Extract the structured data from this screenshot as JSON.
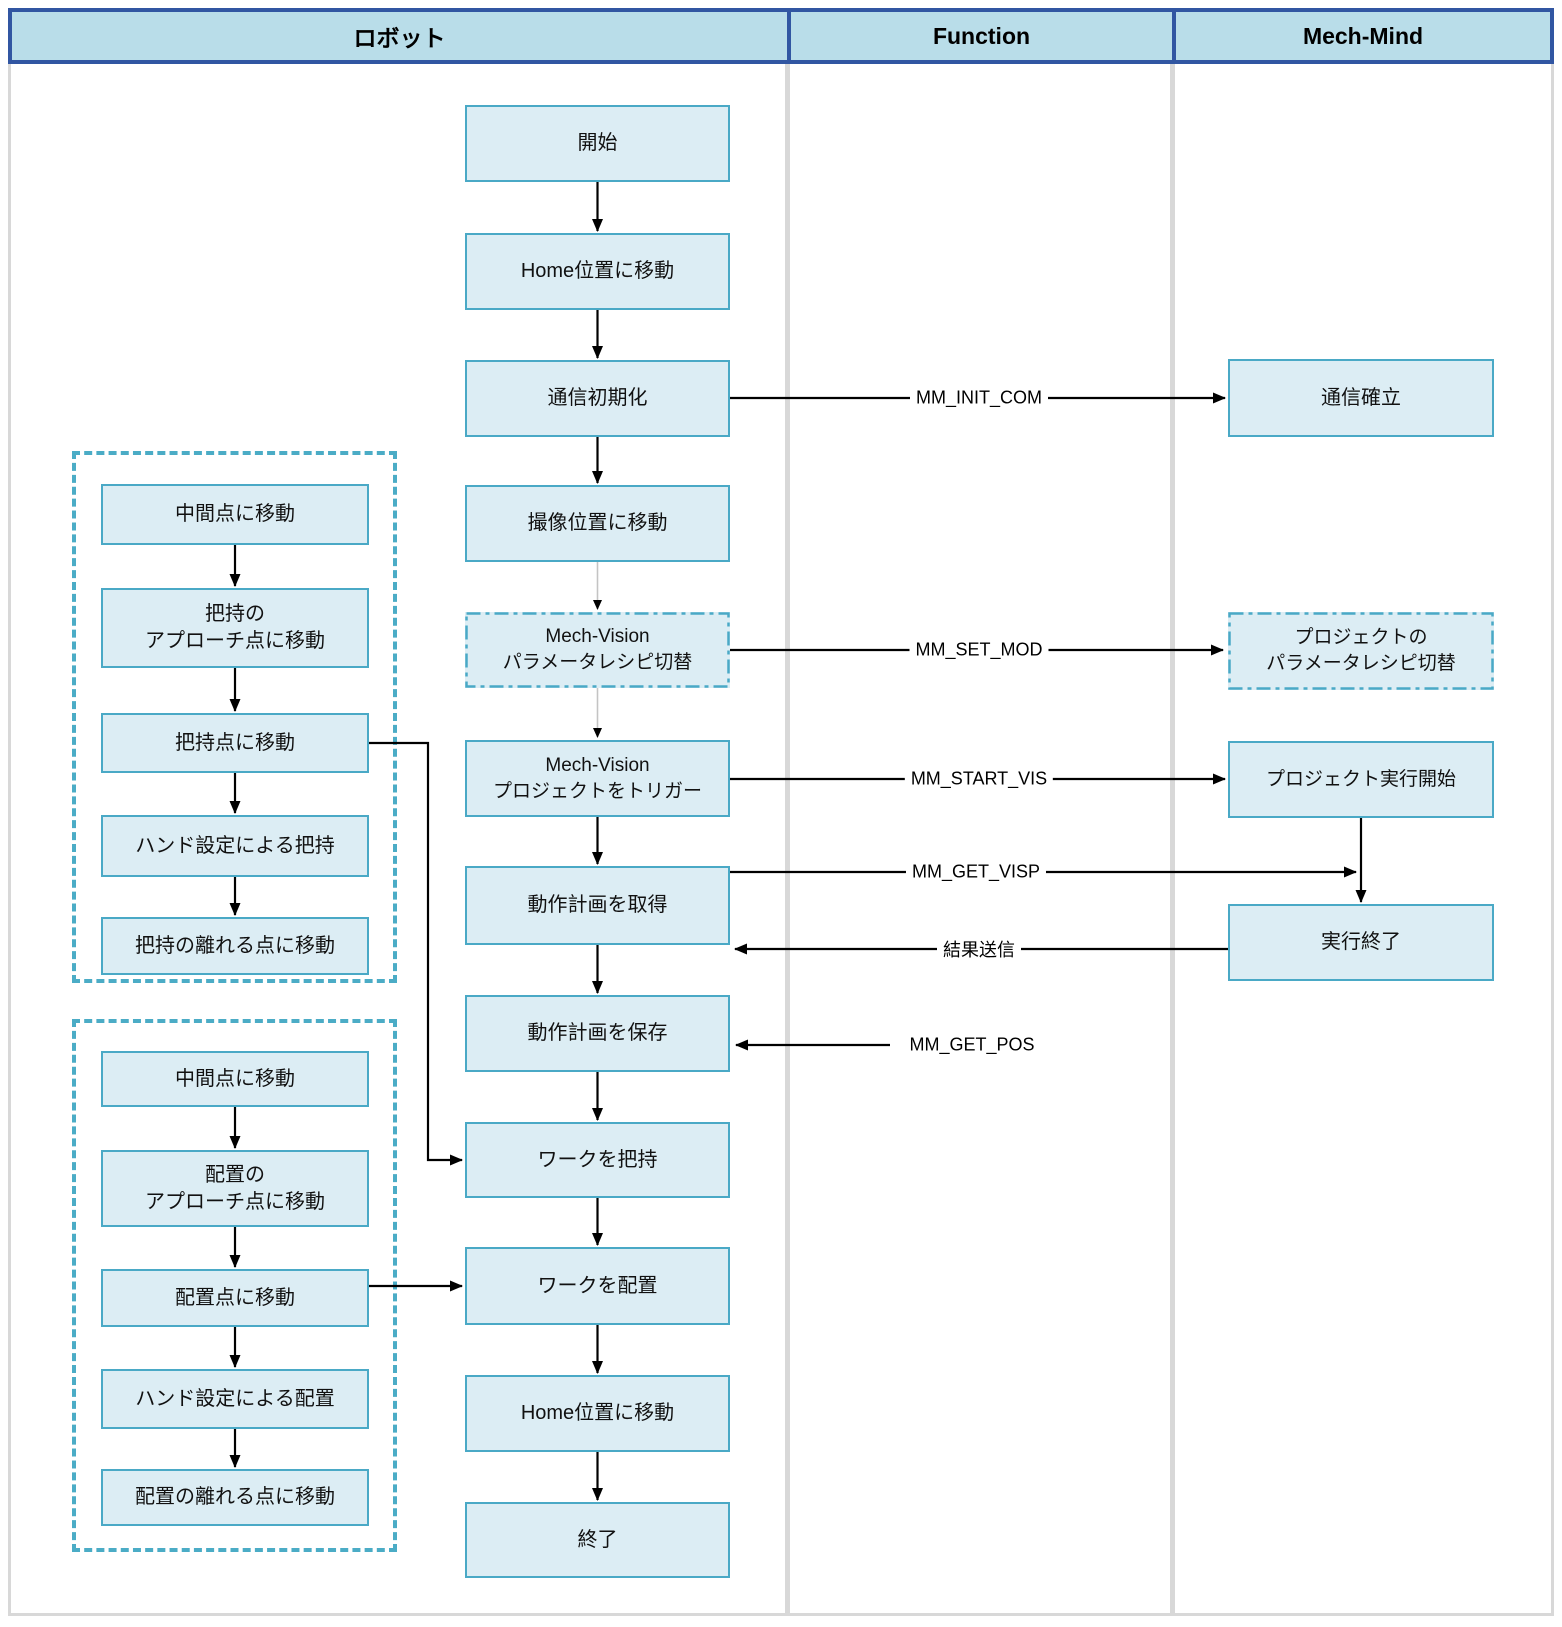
{
  "header": {
    "columns": [
      {
        "label": "ロボット"
      },
      {
        "label": "Function"
      },
      {
        "label": "Mech-Mind"
      }
    ]
  },
  "robot_flow": {
    "start": "開始",
    "move_home_1": "Home位置に移動",
    "init_comm": "通信初期化",
    "move_capture": "撮像位置に移動",
    "recipe_switch": "Mech-Vision\nパラメータレシピ切替",
    "trigger_project": "Mech-Vision\nプロジェクトをトリガー",
    "get_plan": "動作計画を取得",
    "save_plan": "動作計画を保存",
    "grasp_workpiece": "ワークを把持",
    "place_workpiece": "ワークを配置",
    "move_home_2": "Home位置に移動",
    "end": "終了"
  },
  "pick_group": {
    "move_mid": "中間点に移動",
    "move_approach": "把持の\nアプローチ点に移動",
    "move_grasp_point": "把持点に移動",
    "grasp_by_hand": "ハンド設定による把持",
    "move_depart": "把持の離れる点に移動"
  },
  "place_group": {
    "move_mid": "中間点に移動",
    "move_approach": "配置の\nアプローチ点に移動",
    "move_place_point": "配置点に移動",
    "place_by_hand": "ハンド設定による配置",
    "move_depart": "配置の離れる点に移動"
  },
  "mech_mind": {
    "comm_established": "通信確立",
    "recipe_switch": "プロジェクトの\nパラメータレシピ切替",
    "project_start": "プロジェクト実行開始",
    "execution_end": "実行終了"
  },
  "function_labels": {
    "init_com": "MM_INIT_COM",
    "set_mod": "MM_SET_MOD",
    "start_vis": "MM_START_VIS",
    "get_visp": "MM_GET_VISP",
    "send_result": "結果送信",
    "get_pos": "MM_GET_POS"
  },
  "colors": {
    "header_fill": "#b9dde9",
    "header_border": "#3156a2",
    "box_fill": "#dcedf4",
    "box_border": "#4aa9c6",
    "group_dash": "#4bacc6",
    "divider_gray": "#d8d8d8",
    "arrow": "#000000"
  }
}
